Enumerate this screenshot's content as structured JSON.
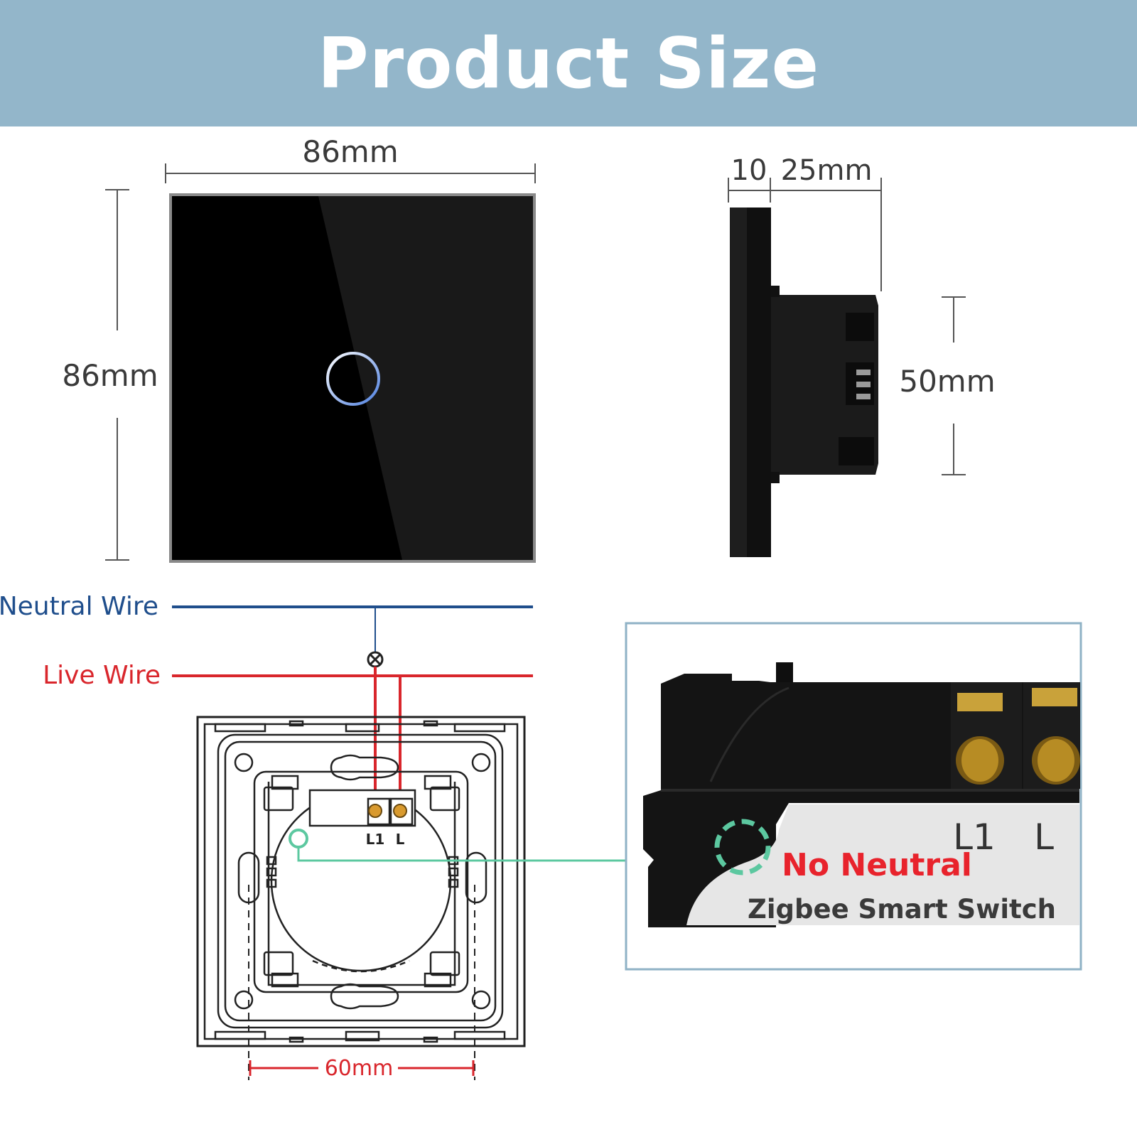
{
  "header": {
    "title": "Product Size"
  },
  "front_view": {
    "width_label": "86mm",
    "height_label": "86mm"
  },
  "side_view": {
    "frame_depth_label": "10",
    "body_depth_label": "25mm",
    "body_height_label": "50mm"
  },
  "wiring": {
    "neutral_label": "Neutral Wire",
    "live_label": "Live Wire",
    "terminal_l1": "L1",
    "terminal_l": "L",
    "mount_spacing_label": "60mm",
    "colors": {
      "neutral": "#1f4e8c",
      "live": "#d9262c",
      "highlight": "#5cc8a0"
    }
  },
  "detail_photo": {
    "terminal_l1": "L1",
    "terminal_l": "L",
    "callout": "No Neutral",
    "product_name": "Zigbee Smart Switch"
  }
}
